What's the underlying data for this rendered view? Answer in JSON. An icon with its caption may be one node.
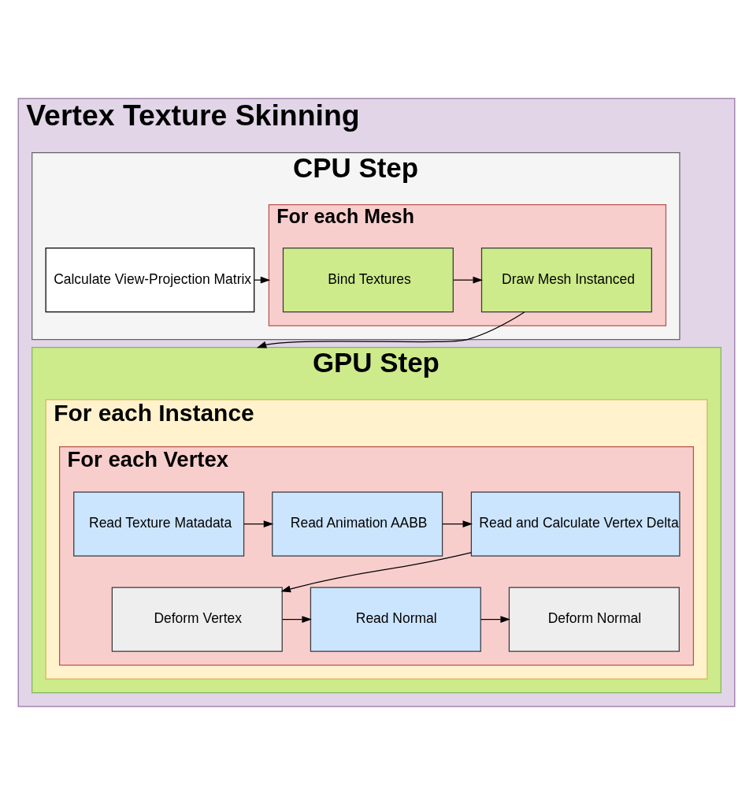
{
  "diagram": {
    "nodes": [
      {
        "text": [
          "Vertex Texture Skinning"
        ]
      },
      {
        "text": [
          "CPU Step"
        ],
        "in": 0
      },
      {
        "text": [
          "Calculate View-Projection Matrix"
        ],
        "in": 1
      },
      {
        "text": [
          "For each Mesh"
        ],
        "in": 1
      },
      {
        "text": [
          "Bind Textures"
        ],
        "in": 3
      },
      {
        "text": [
          "Draw Mesh Instanced"
        ],
        "in": 3
      },
      {
        "text": [
          "GPU Step"
        ],
        "in": 0
      },
      {
        "text": [
          "For each Instance"
        ],
        "in": 6
      },
      {
        "text": [
          "For each Vertex"
        ],
        "in": 7
      },
      {
        "text": [
          "Read Texture Matadata"
        ],
        "in": 8
      },
      {
        "text": [
          "Read Animation AABB"
        ],
        "in": 8
      },
      {
        "text": [
          "Read and Calculate Vertex Delta"
        ],
        "in": 8
      },
      {
        "text": [
          "Deform Vertex"
        ],
        "in": 8
      },
      {
        "text": [
          "Read Normal"
        ],
        "in": 8
      },
      {
        "text": [
          "Deform Normal"
        ],
        "in": 8
      }
    ],
    "edges": [
      {
        "from": 2,
        "to": 3,
        "arrow": "to"
      },
      {
        "from": 4,
        "to": 5,
        "arrow": "to"
      },
      {
        "from": 5,
        "to": 6,
        "arrow": "to"
      },
      {
        "from": 9,
        "to": 10,
        "arrow": "to"
      },
      {
        "from": 10,
        "to": 11,
        "arrow": "to"
      },
      {
        "from": 11,
        "to": 12,
        "arrow": "to"
      },
      {
        "from": 12,
        "to": 13,
        "arrow": "to"
      },
      {
        "from": 13,
        "to": 14,
        "arrow": "to"
      }
    ]
  }
}
